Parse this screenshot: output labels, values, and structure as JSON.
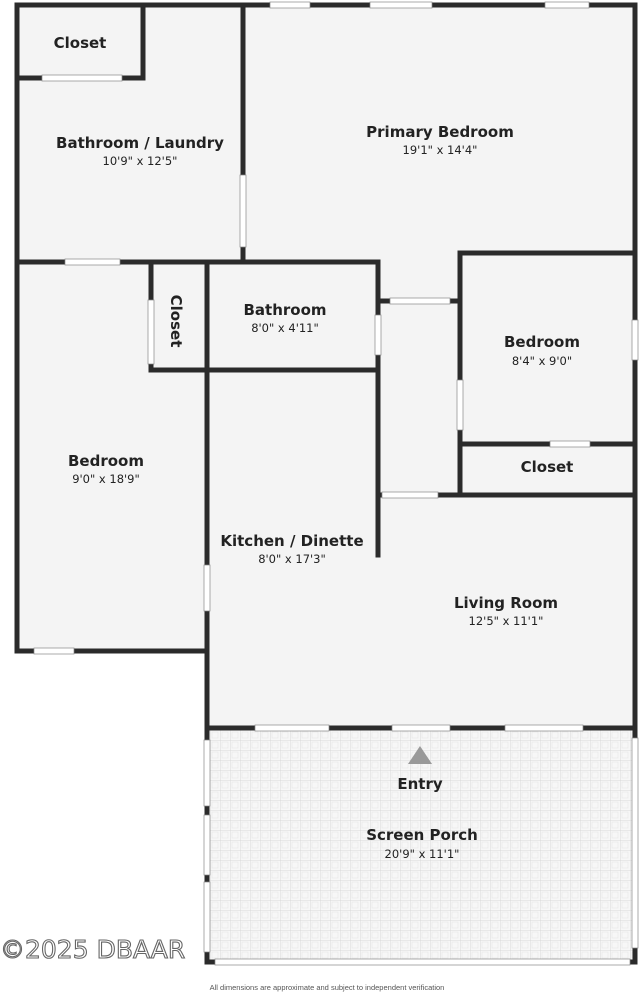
{
  "rooms": {
    "closet_top": {
      "name": "Closet"
    },
    "bath_laundry": {
      "name": "Bathroom / Laundry",
      "dim": "10'9\" x 12'5\""
    },
    "primary": {
      "name": "Primary Bedroom",
      "dim": "19'1\" x 14'4\""
    },
    "closet_vertical": {
      "name": "Closet"
    },
    "bathroom": {
      "name": "Bathroom",
      "dim": "8'0\" x 4'11\""
    },
    "bedroom_right": {
      "name": "Bedroom",
      "dim": "8'4\" x 9'0\""
    },
    "closet_right": {
      "name": "Closet"
    },
    "bedroom_left": {
      "name": "Bedroom",
      "dim": "9'0\" x 18'9\""
    },
    "kitchen": {
      "name": "Kitchen / Dinette",
      "dim": "8'0\" x 17'3\""
    },
    "living": {
      "name": "Living Room",
      "dim": "12'5\" x 11'1\""
    },
    "entry": {
      "name": "Entry"
    },
    "porch": {
      "name": "Screen Porch",
      "dim": "20'9\" x 11'1\""
    }
  },
  "watermark": "©2025 DBAAR",
  "disclaimer": "All dimensions are approximate and subject to independent verification",
  "colors": {
    "wall": "#2b2b2b",
    "floor": "#f4f4f4",
    "porch_grid": "#d9d9d9",
    "entry_arrow": "#999999"
  }
}
